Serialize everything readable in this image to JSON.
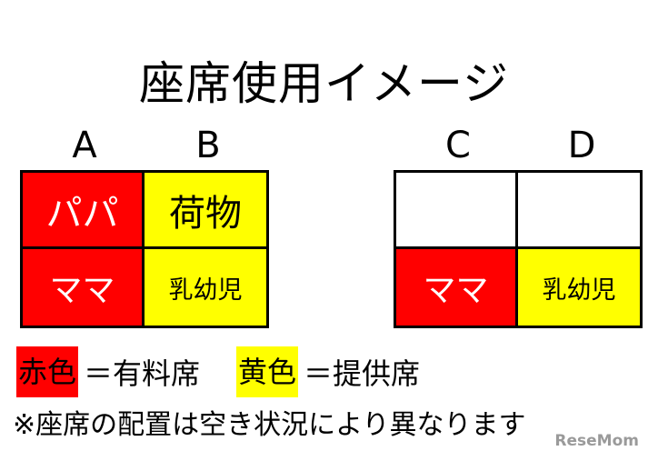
{
  "title": "座席使用イメージ",
  "left_group": {
    "cols": [
      "A",
      "B"
    ],
    "cells": [
      {
        "text": "パパ",
        "color": "#ff0000"
      },
      {
        "text": "荷物",
        "color": "#ffff00"
      },
      {
        "text": "ママ",
        "color": "#ff0000"
      },
      {
        "text": "乳幼児",
        "color": "#ffff00"
      }
    ]
  },
  "right_group": {
    "cols": [
      "C",
      "D"
    ],
    "cells": [
      {
        "text": "",
        "color": "#ffffff"
      },
      {
        "text": "",
        "color": "#ffffff"
      },
      {
        "text": "ママ",
        "color": "#ff0000"
      },
      {
        "text": "乳幼児",
        "color": "#ffff00"
      }
    ]
  },
  "legend": {
    "red_label": "赤色",
    "red_desc": "＝有料席",
    "yellow_label": "黄色",
    "yellow_desc": "＝提供席"
  },
  "note": "※座席の配置は空き状況により異なります",
  "watermark": "ReseMom"
}
